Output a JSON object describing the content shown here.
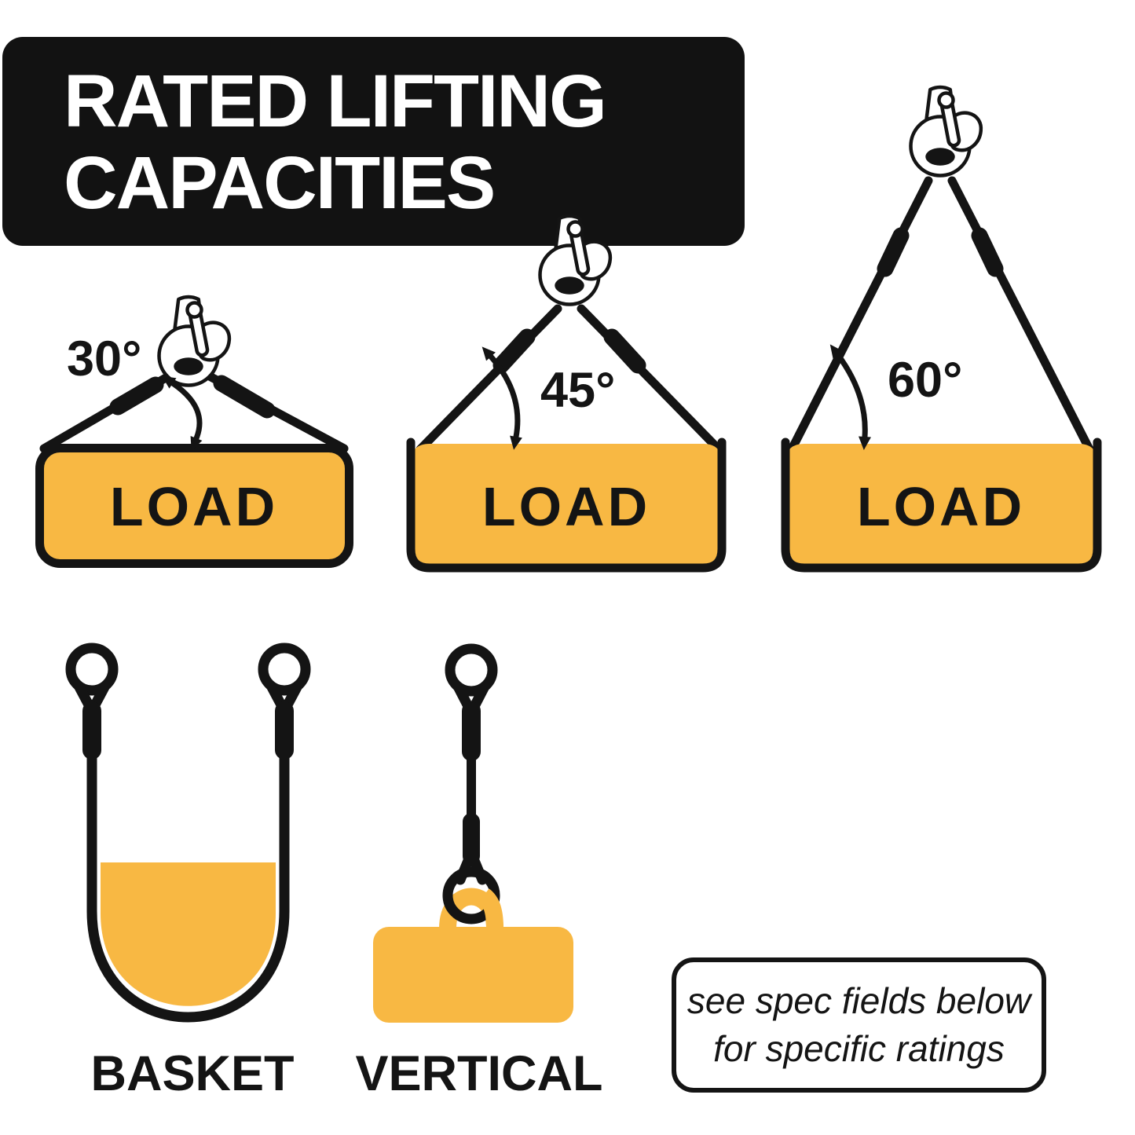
{
  "header": {
    "title_line1": "RATED LIFTING",
    "title_line2": "CAPACITIES"
  },
  "angle_diagrams": [
    {
      "degrees": 30,
      "label": "30°",
      "load_label": "LOAD"
    },
    {
      "degrees": 45,
      "label": "45°",
      "load_label": "LOAD"
    },
    {
      "degrees": 60,
      "label": "60°",
      "load_label": "LOAD"
    }
  ],
  "hitch_diagrams": [
    {
      "label": "BASKET"
    },
    {
      "label": "VERTICAL"
    }
  ],
  "note": {
    "line1": "see spec fields below",
    "line2": "for specific ratings"
  },
  "colors": {
    "load_yellow": "#F8B843",
    "ink_black": "#141414",
    "background": "#FFFFFF"
  }
}
